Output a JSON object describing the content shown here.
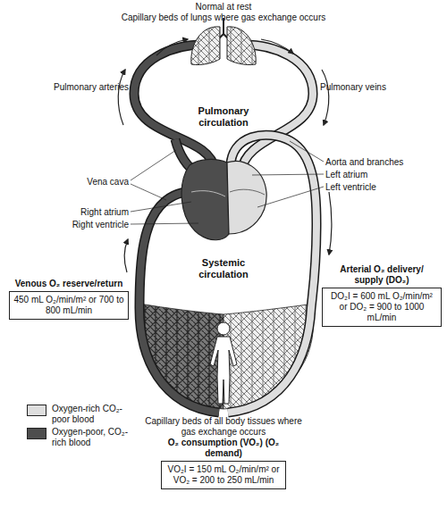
{
  "diagram": {
    "title": "Normal at rest",
    "nodes": [
      {
        "text": [
          "Venous O₂ reserve/return",
          "450 mL O₂/min/m² or 700 to 800 mL/min"
        ]
      },
      {
        "text": [
          "Arterial O₂ delivery/ supply (DO₂)",
          "DO₂I = 600 mL O₂/min/m² or DO₂ = 900 to 1000 mL/min"
        ]
      },
      {
        "text": [
          "O₂ consumption (VO₂) (O₂ demand)",
          "VO₂I = 150 mL O₂/min/m² or VO₂ = 200 to 250 mL/min"
        ]
      }
    ],
    "labels": [
      "Capillary beds of lungs where gas exchange occurs",
      "Pulmonary arteries",
      "Pulmonary veins",
      "Pulmonary circulation",
      "Aorta and branches",
      "Left atrium",
      "Left ventricle",
      "Vena cava",
      "Right atrium",
      "Right ventricle",
      "Systemic circulation",
      "Capillary beds of all body tissues where gas exchange occurs"
    ],
    "legend": [
      {
        "text": "Oxygen-rich CO₂-poor blood",
        "color": "#dedede"
      },
      {
        "text": "Oxygen-poor, CO₂-rich blood",
        "color": "#4d4d4d"
      }
    ]
  }
}
